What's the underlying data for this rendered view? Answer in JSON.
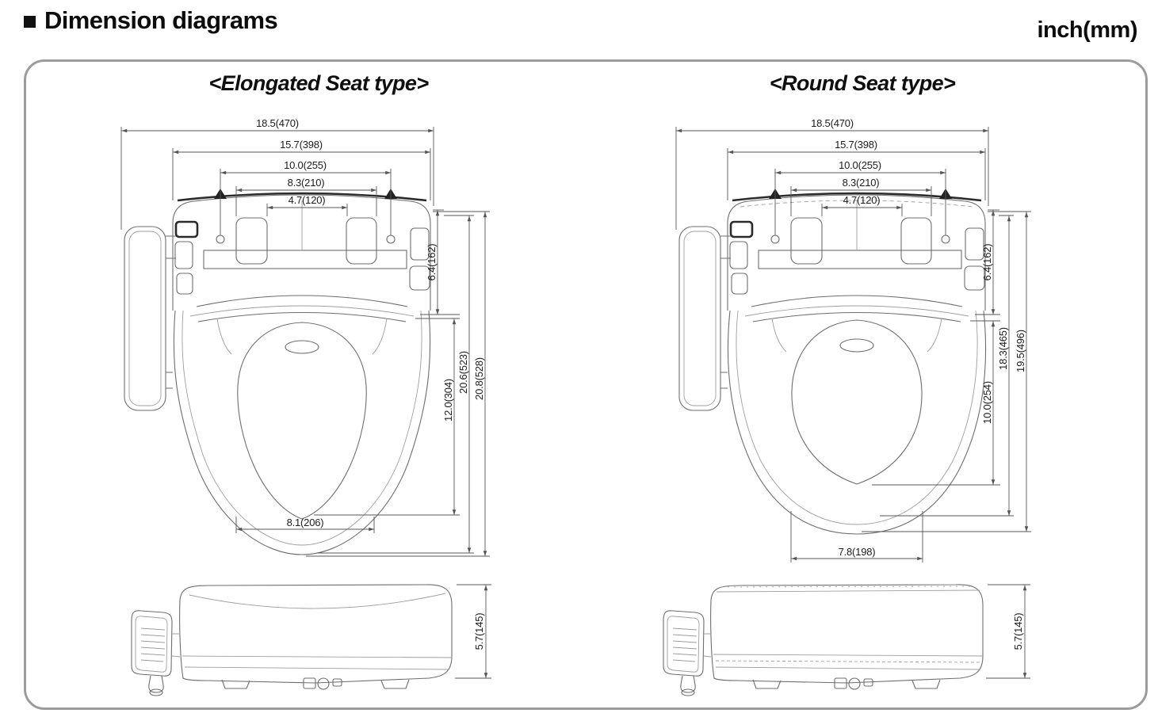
{
  "header": {
    "title": "Dimension diagrams",
    "units": "inch(mm)"
  },
  "panels": {
    "elongated": {
      "title": "<Elongated Seat type>",
      "dims": {
        "top": [
          "18.5(470)",
          "15.7(398)",
          "10.0(255)",
          "8.3(210)",
          "4.7(120)"
        ],
        "right": [
          "6.4(162)",
          "12.0(304)",
          "20.6(523)",
          "20.8(528)"
        ],
        "bottom": "8.1(206)",
        "side_height": "5.7(145)"
      }
    },
    "round": {
      "title": "<Round Seat type>",
      "dims": {
        "top": [
          "18.5(470)",
          "15.7(398)",
          "10.0(255)",
          "8.3(210)",
          "4.7(120)"
        ],
        "right": [
          "6.4(162)",
          "10.0(254)",
          "18.3(465)",
          "19.5(496)"
        ],
        "bottom": "7.8(198)",
        "side_height": "5.7(145)"
      }
    }
  },
  "colors": {
    "background": "#ffffff",
    "frame_border": "#9c9c9c",
    "drawing_line": "#6e6e6e",
    "dimension_line": "#575757",
    "text": "#1a1a1a"
  }
}
